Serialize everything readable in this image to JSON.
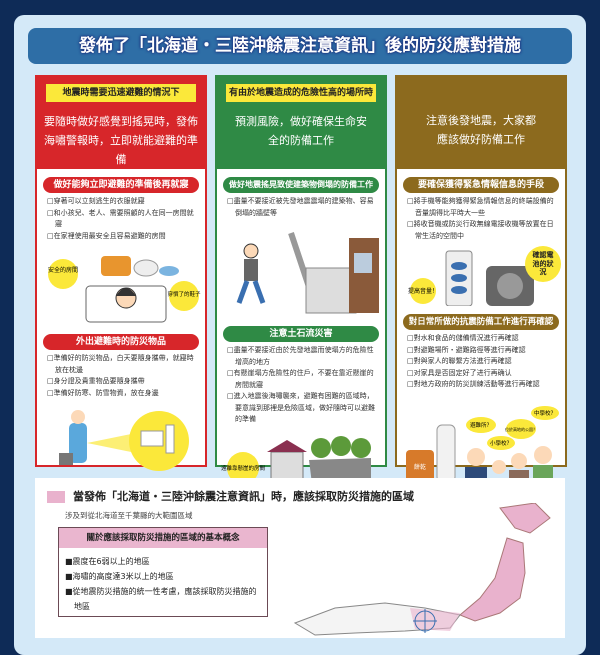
{
  "title": "發佈了「北海道・三陸沖餘震注意資訊」後的防災應對措施",
  "colors": {
    "red": "#d7262a",
    "green": "#2f8a45",
    "brown": "#8c6a1e",
    "pink": "#e9b2cd",
    "title_blue": "#2e6ea6"
  },
  "columns": [
    {
      "tag": "地震時需要迅速避難的情況下",
      "lead": "要隨時做好感覺到搖晃時，發佈海嘯警報時，立即就能避難的準備",
      "sections": [
        {
          "title": "做好能夠立即避難的準備後再就寢",
          "items": [
            "□穿著可以立刻逃生的衣服就寢",
            "□和小孩兒、老人、需要照顧的人在同一房間就寢",
            "□在家裡使用最安全且容易避難的房間"
          ],
          "bubbles": [
            "安全的房間",
            "穿慣了的鞋子"
          ]
        },
        {
          "title": "外出避難時的防災物品",
          "items": [
            "□準備好的防災物品，白天要隨身攜帶，就寢時放在枕邊",
            "□身分證及貴重物品要隨身攜帶",
            "□準備好防寒、防雪物資，放在身邊"
          ]
        }
      ]
    },
    {
      "tag": "有由於地震造成的危險性高的場所時",
      "lead": "預測風險，做好確保生命安全的防備工作",
      "sections": [
        {
          "title": "做好地震搖晃致使建築物倒塌的防備工作",
          "items": [
            "□盡量不要接近被先發地震震塌的建築物、容易倒塌的牆壁等"
          ]
        },
        {
          "title": "注意土石流災害",
          "items": [
            "□盡量不要接近由於先發地震而使塌方的危險性增高的地方",
            "□有懸崖塌方危險性的住戶，不要在靠近懸崖的房間就寢",
            "□進入地震後海嘯襲來，避難有困難的區域時，要意識到那裡是危險區域，做好隨時可以避難的準備"
          ],
          "bubbles": [
            "遠離靠懸崖的房間"
          ]
        }
      ]
    },
    {
      "tag": "",
      "lead": "注意後發地震，大家都應該做好防備工作",
      "sections": [
        {
          "title": "要確保獲得緊急情報信息的手段",
          "items": [
            "□將手機等能夠獲得緊急情報信息的終端設備的音量調得比平時大一些",
            "□將收音機或防災行政無線電接收機等放置在日常生活的空間中"
          ],
          "bubbles": [
            "提高音量！",
            "確認電池的狀況"
          ]
        },
        {
          "title": "對日常所做的抗震防備工作進行再確認",
          "items": [
            "□對水和食品的儲備情況進行再確認",
            "□對避難場所・避難路徑等進行再確認",
            "□對與家人的聯繫方法進行再確認",
            "□对家具是否固定好了进行再确认",
            "□對地方政府的防災訓練活動等進行再確認"
          ],
          "bubbles": [
            "避難所？",
            "小學校？",
            "位於高地的公園？",
            "中學校？",
            "餅乾"
          ]
        }
      ]
    }
  ],
  "bottom": {
    "title": "當發佈「北海道・三陸沖餘震注意資訊」時，應該採取防災措施的區域",
    "subtitle": "涉及到從北海道至千葉縣的大範圍區域",
    "concept_title": "關於應該採取防災措施的區域的基本概念",
    "concept_items": [
      "■震度在6弱以上的地區",
      "■海嘯的高度達3米以上的地區",
      "■從地震防災措施的統一性考慮，應該採取防災措施的地區"
    ]
  }
}
